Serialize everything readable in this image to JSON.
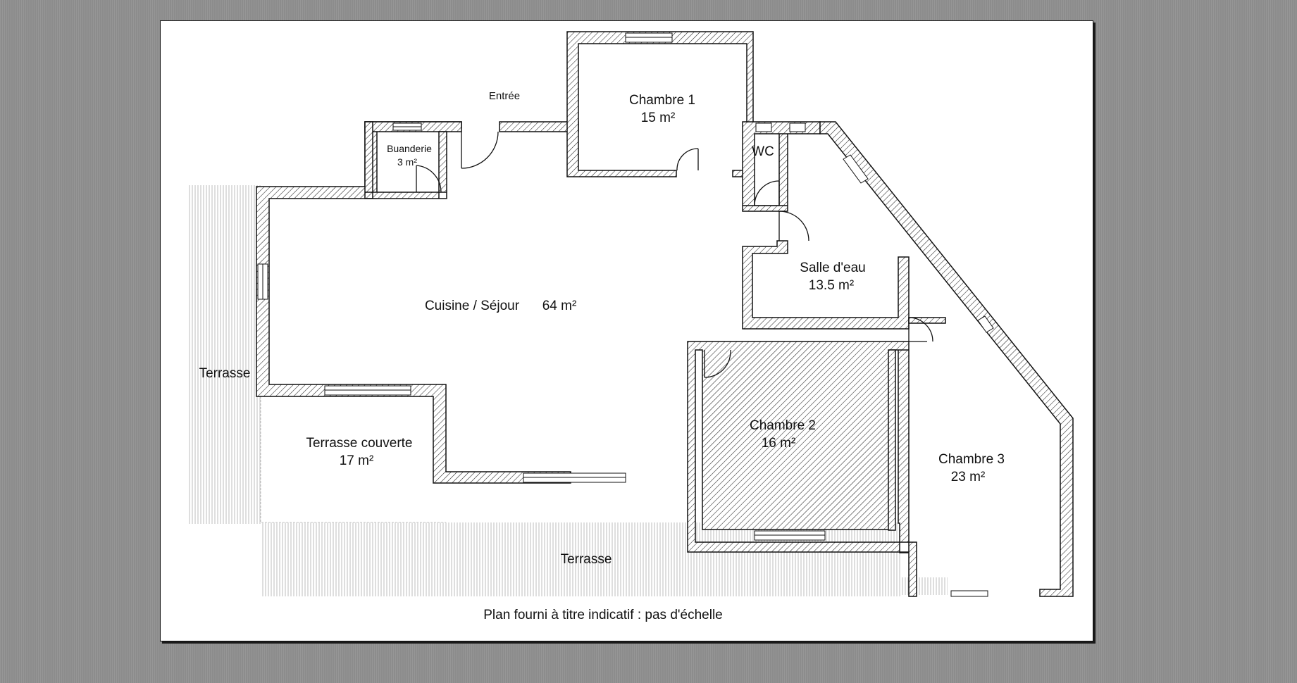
{
  "plan": {
    "caption": "Plan fourni à titre indicatif : pas d'échelle",
    "entrance_label": "Entrée",
    "rooms": [
      {
        "key": "chambre1",
        "name": "Chambre 1",
        "area": "15 m²"
      },
      {
        "key": "buanderie",
        "name": "Buanderie",
        "area": "3 m²"
      },
      {
        "key": "wc",
        "name": "WC",
        "area": ""
      },
      {
        "key": "salle_eau",
        "name": "Salle d'eau",
        "area": "13.5 m²"
      },
      {
        "key": "cuisine",
        "name": "Cuisine / Séjour",
        "area": "64 m²"
      },
      {
        "key": "terrasse_couverte",
        "name": "Terrasse couverte",
        "area": "17 m²"
      },
      {
        "key": "chambre2",
        "name": "Chambre 2",
        "area": "16 m²"
      },
      {
        "key": "chambre3",
        "name": "Chambre 3",
        "area": "23 m²"
      }
    ],
    "terraces": [
      {
        "key": "terrasse_ouest",
        "name": "Terrasse"
      },
      {
        "key": "terrasse_sud",
        "name": "Terrasse"
      }
    ]
  },
  "colors": {
    "background": "#8c8c8c",
    "sheet": "#ffffff",
    "wall_stroke": "#111111",
    "deck_lines": "#bcbcbc"
  }
}
